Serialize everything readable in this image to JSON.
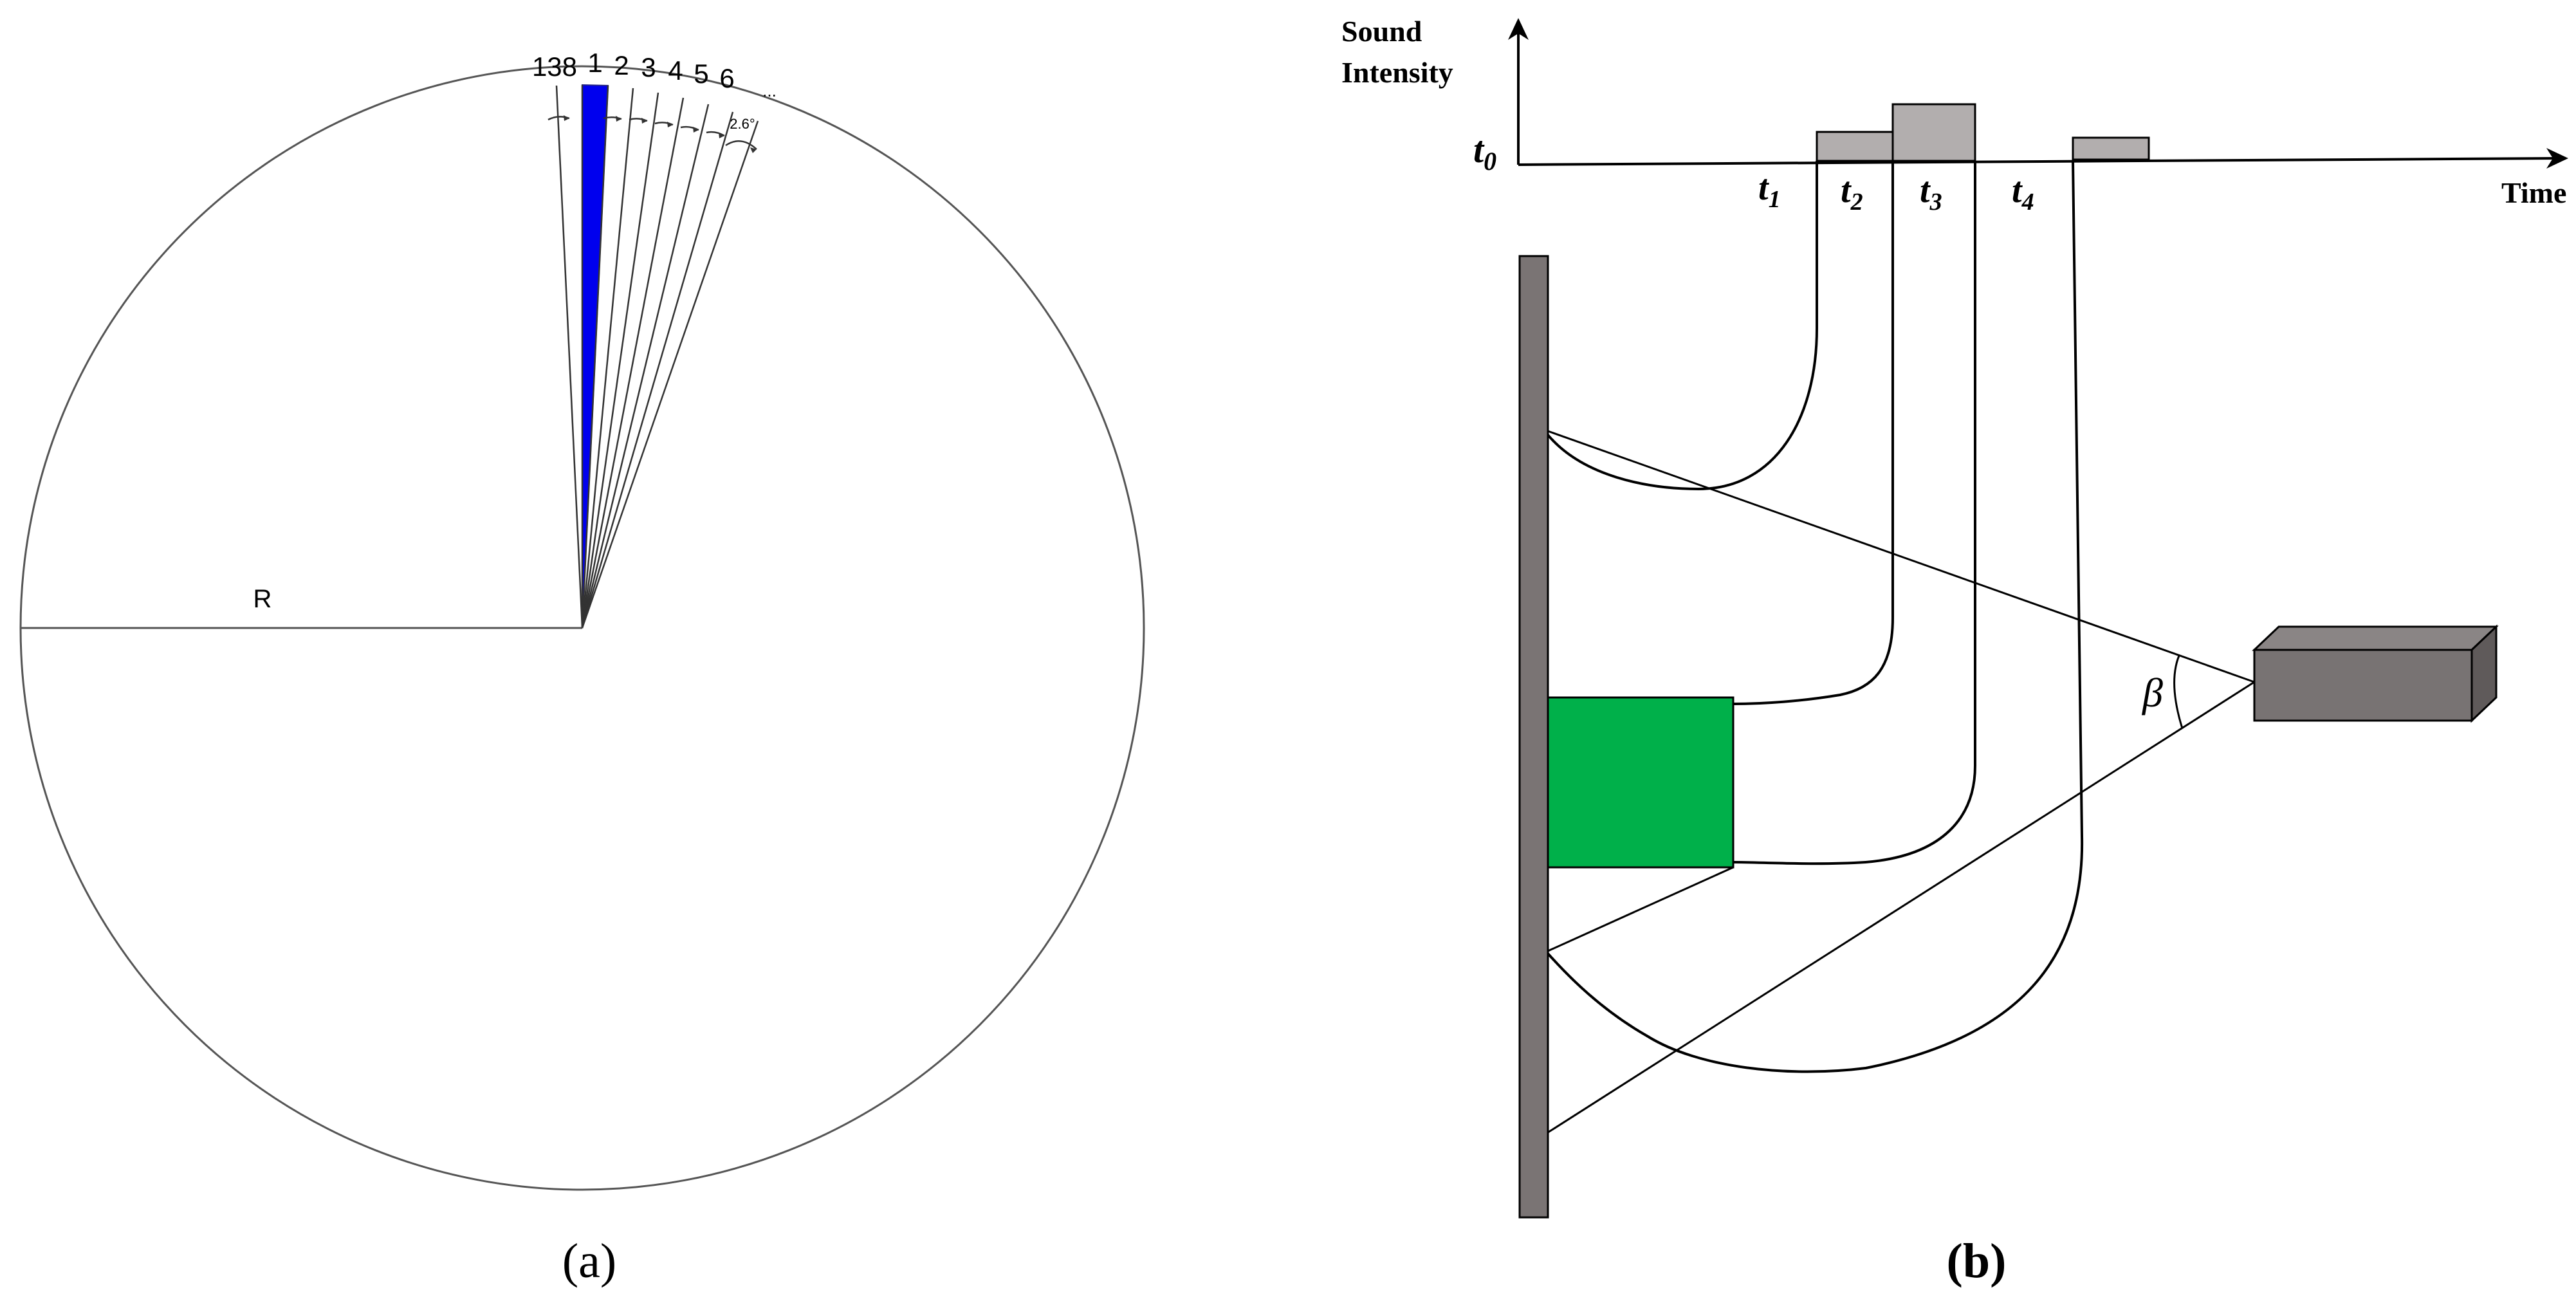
{
  "panel_a": {
    "caption": "(a)",
    "radius_label": "R",
    "sector_labels": [
      "138",
      "1",
      "2",
      "3",
      "4",
      "5",
      "6"
    ],
    "ellipsis": "...",
    "angle_label": "2.6°",
    "sector_angle_deg": 2.6,
    "highlight_color": "#0000ee"
  },
  "panel_b": {
    "caption": "(b)",
    "y_axis_label_line1": "Sound",
    "y_axis_label_line2": "Intensity",
    "x_axis_label": "Time",
    "origin_label_base": "t",
    "origin_label_sub": "0",
    "time_labels": [
      {
        "base": "t",
        "sub": "1"
      },
      {
        "base": "t",
        "sub": "2"
      },
      {
        "base": "t",
        "sub": "3"
      },
      {
        "base": "t",
        "sub": "4"
      }
    ],
    "beta_label": "β",
    "colors": {
      "wall": "#7a7474",
      "object": "#00b04a",
      "pulse": "#b2aeae",
      "sensor": "#787373"
    }
  }
}
